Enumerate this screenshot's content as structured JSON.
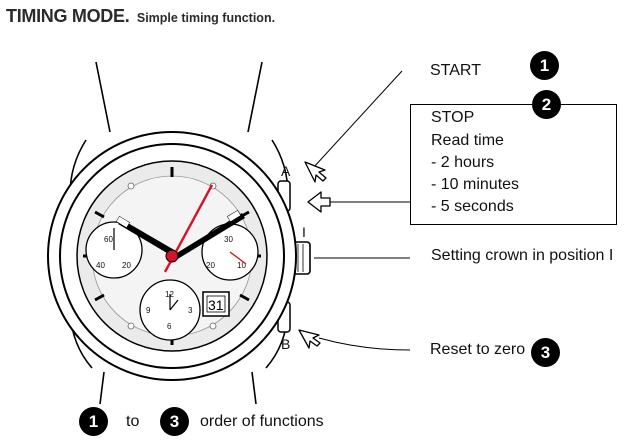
{
  "header": {
    "title": "TIMING MODE.",
    "subtitle": "Simple timing function."
  },
  "labels": {
    "start": "START",
    "crown": "Setting crown in position I",
    "reset": "Reset to zero",
    "button_a": "A",
    "button_b": "B",
    "crown_position": "I"
  },
  "stop_box": {
    "lines": [
      "STOP",
      "Read time",
      "- 2 hours",
      "- 10 minutes",
      "- 5 seconds"
    ]
  },
  "badges": {
    "one": "1",
    "two": "2",
    "three": "3"
  },
  "legend": {
    "from": "1",
    "to_word": "to",
    "to": "3",
    "text": "order of functions"
  },
  "watch": {
    "date": "31",
    "left_subdial": [
      "60",
      "40",
      "20"
    ],
    "right_subdial": [
      "30",
      "20",
      "10"
    ],
    "bottom_subdial": [
      "12",
      "9",
      "3",
      "6"
    ]
  },
  "colors": {
    "accent_hand": "#d4142a",
    "ink": "#000000",
    "dial_face": "#e8e8e8"
  }
}
